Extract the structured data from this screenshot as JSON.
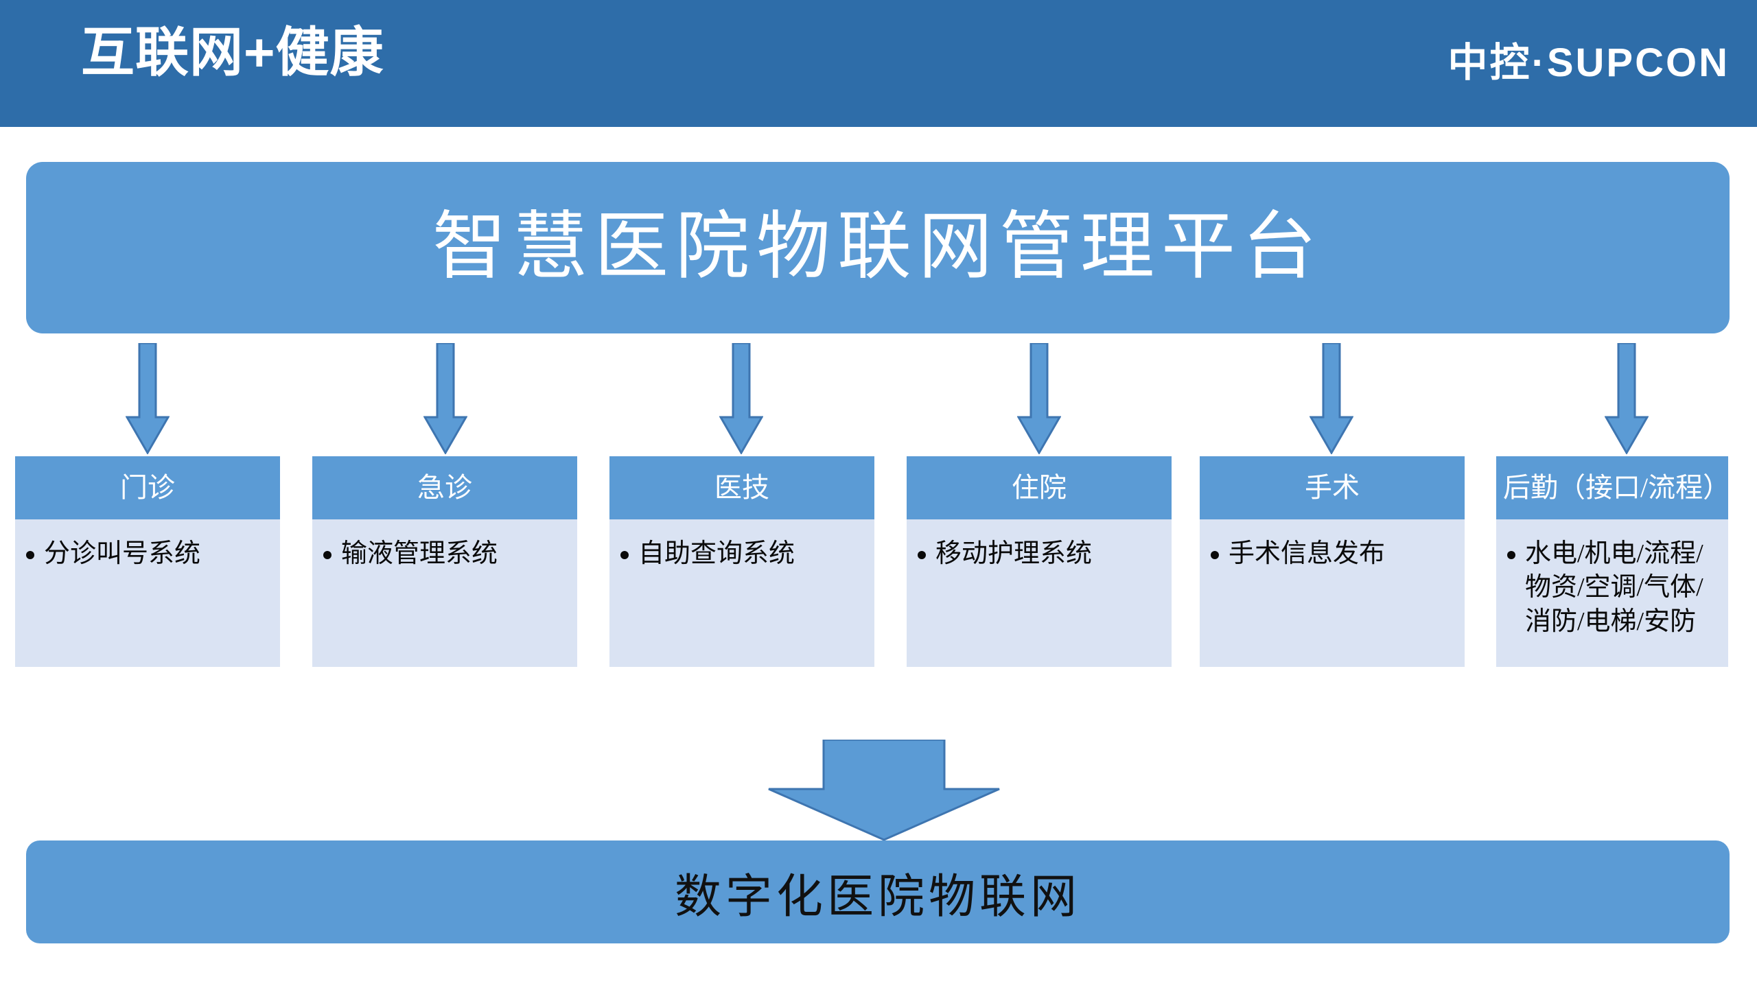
{
  "header": {
    "title": "互联网+健康",
    "brand": "中控·SUPCON",
    "background_color": "#2E6DA9"
  },
  "platform": {
    "title": "智慧医院物联网管理平台",
    "background_color": "#5B9BD5",
    "text_color": "#FFFFFF"
  },
  "colors": {
    "accent": "#5B9BD5",
    "accent_dark": "#3E75B0",
    "card_body": "#DAE3F3",
    "banner": "#2E6DA9"
  },
  "columns": [
    {
      "header": "门诊",
      "items": [
        "分诊叫号系统"
      ]
    },
    {
      "header": "急诊",
      "items": [
        "输液管理系统"
      ]
    },
    {
      "header": "医技",
      "items": [
        "自助查询系统"
      ]
    },
    {
      "header": "住院",
      "items": [
        "移动护理系统"
      ]
    },
    {
      "header": "手术",
      "items": [
        "手术信息发布"
      ]
    },
    {
      "header": "后勤（接口/流程）",
      "items": [
        "水电/机电/流程/物资/空调/气体/消防/电梯/安防"
      ]
    }
  ],
  "arrows": {
    "connector_count": 6,
    "direction": "down",
    "funnel_label": "down-arrow"
  },
  "footer": {
    "title": "数字化医院物联网",
    "background_color": "#5B9BD5",
    "text_color": "#111111"
  }
}
